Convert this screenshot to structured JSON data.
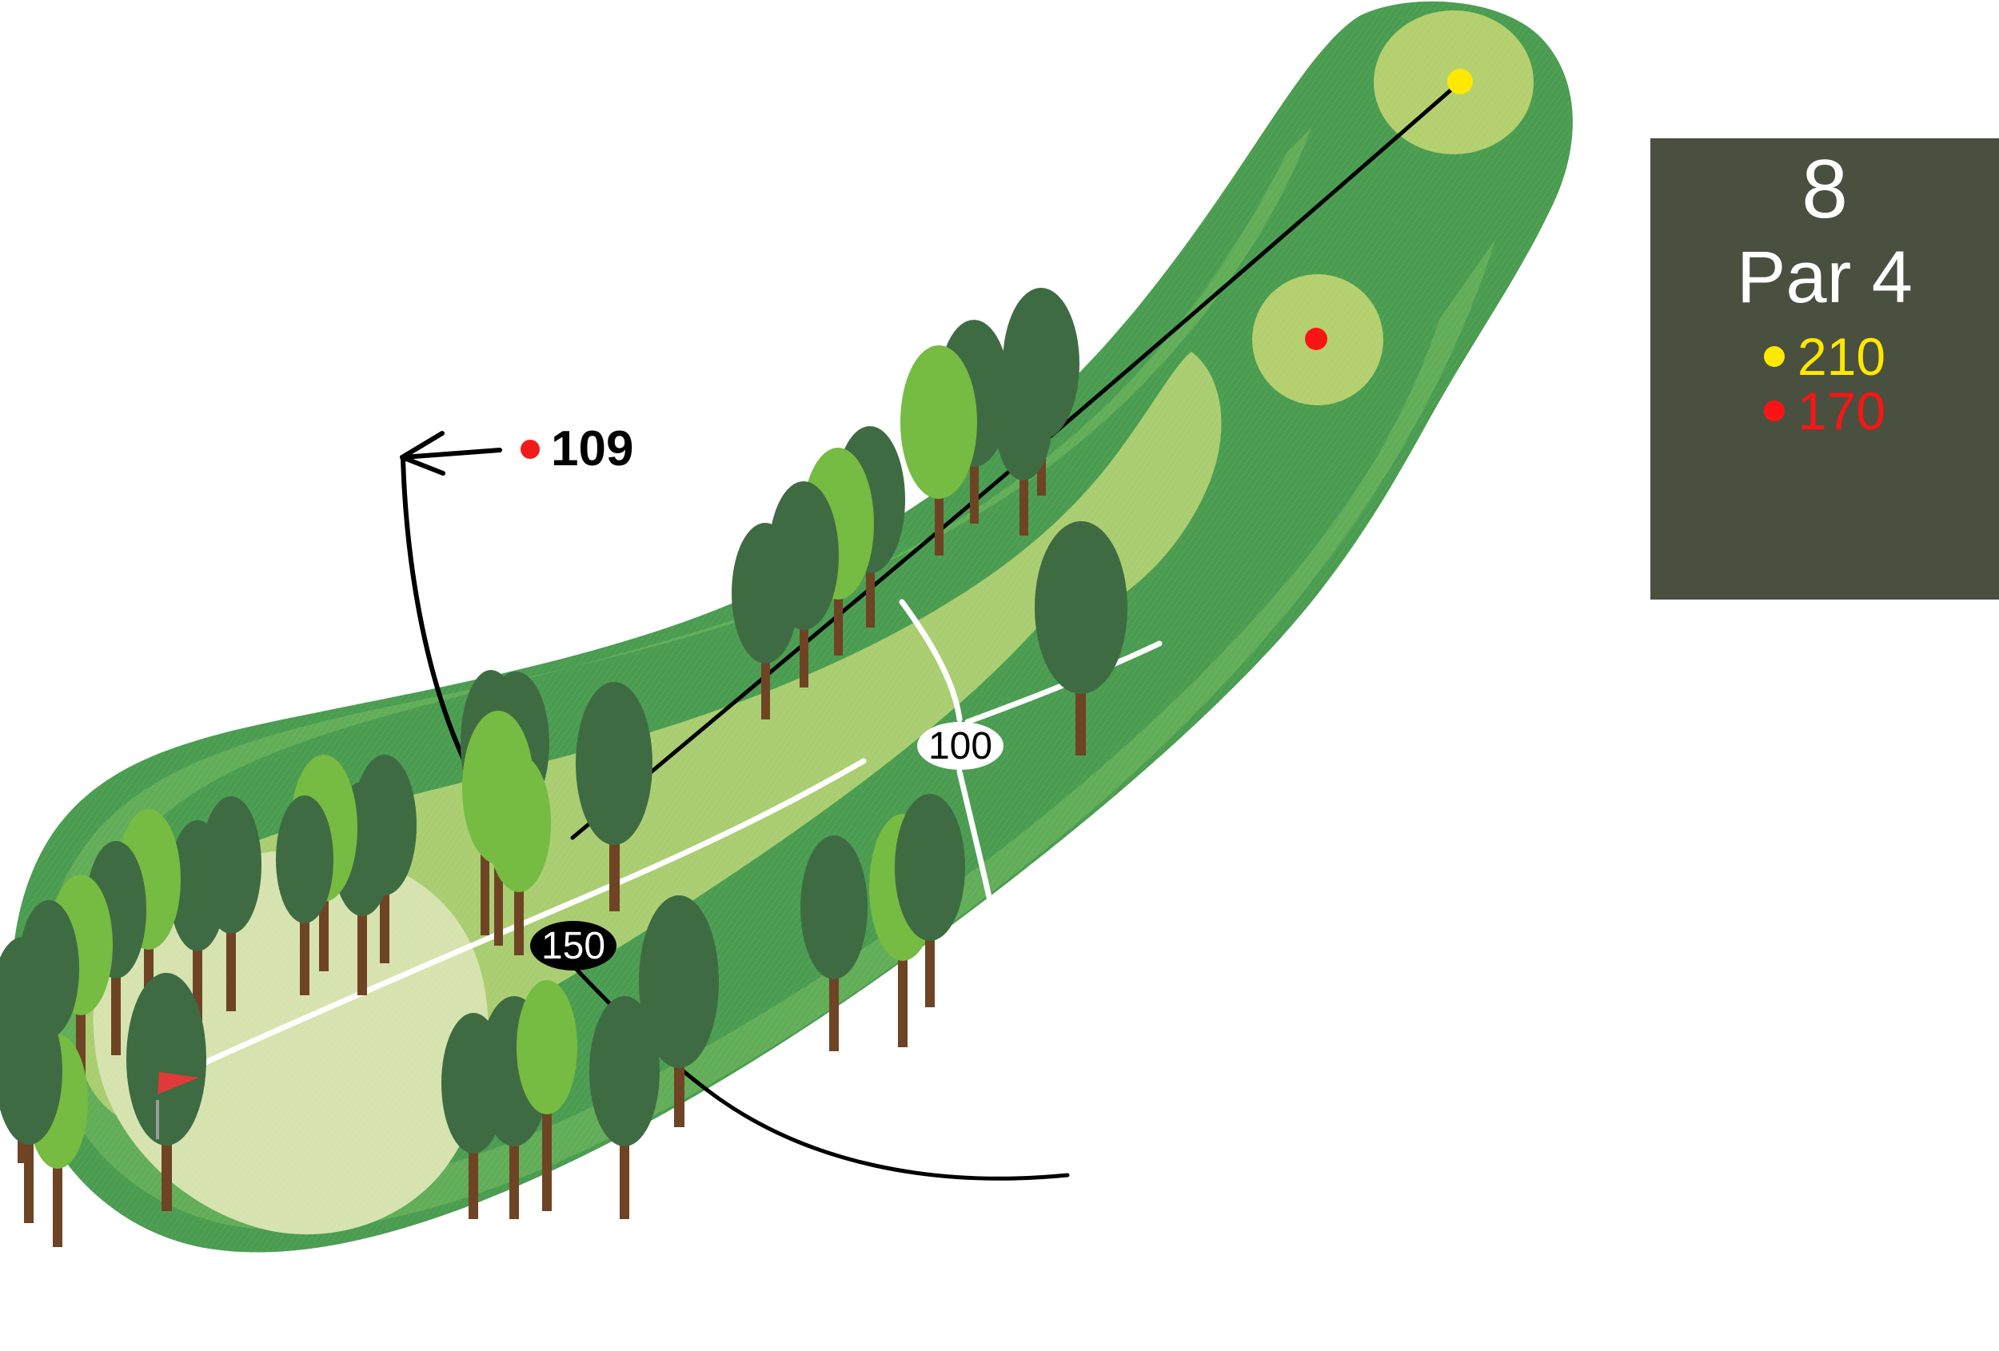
{
  "hole": {
    "number": "8",
    "par_label": "Par 4",
    "tees": [
      {
        "name": "yellow-tee",
        "color": "#ffe800",
        "yardage": "210"
      },
      {
        "name": "red-tee",
        "color": "#fc1414",
        "yardage": "170"
      }
    ]
  },
  "panel": {
    "background_color": "#4a5040",
    "text_color": "#ffffff"
  },
  "annotations": {
    "hazard_callout": {
      "label": "109",
      "dot_color": "#f21b1b"
    },
    "distance_markers": [
      {
        "name": "marker-150",
        "label": "150",
        "style": "black-ellipse"
      },
      {
        "name": "marker-100",
        "label": "100",
        "style": "white-ellipse"
      }
    ]
  },
  "map": {
    "colors": {
      "rough_dark": "#4a9c50",
      "rough_mid": "#62ad58",
      "fairway_light": "#a9cd70",
      "green_pad": "#d6e3ae",
      "tee_pad": "#b4cf6e",
      "tree_dark": "#3f6b42",
      "tree_light": "#76bb42",
      "trunk": "#6e4424",
      "centerline": "#ffffff",
      "flight_line": "#000000",
      "flag": "#e03a3a"
    },
    "features": {
      "green_flag": "pin-flag",
      "tee_markers": [
        "yellow-tee-dot",
        "red-tee-dot"
      ]
    }
  }
}
